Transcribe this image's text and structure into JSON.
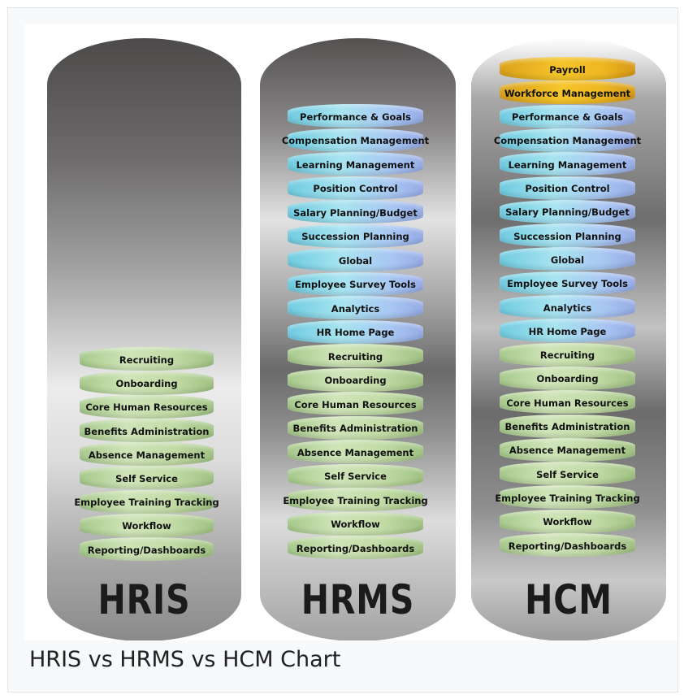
{
  "caption": "HRIS vs HRMS vs HCM Chart",
  "columns": [
    {
      "id": "hris",
      "title": "HRIS",
      "stack": [
        {
          "label": "Recruiting",
          "color": "green"
        },
        {
          "label": "Onboarding",
          "color": "green"
        },
        {
          "label": "Core Human Resources",
          "color": "green"
        },
        {
          "label": "Benefits Administration",
          "color": "green"
        },
        {
          "label": "Absence Management",
          "color": "green"
        },
        {
          "label": "Self Service",
          "color": "green"
        },
        {
          "label": "Employee Training Tracking",
          "color": "green"
        },
        {
          "label": "Workflow",
          "color": "green"
        },
        {
          "label": "Reporting/Dashboards",
          "color": "green"
        }
      ]
    },
    {
      "id": "hrms",
      "title": "HRMS",
      "stack": [
        {
          "label": "Performance & Goals",
          "color": "blue"
        },
        {
          "label": "Compensation Management",
          "color": "blue"
        },
        {
          "label": "Learning Management",
          "color": "blue"
        },
        {
          "label": "Position Control",
          "color": "blue"
        },
        {
          "label": "Salary Planning/Budget",
          "color": "blue"
        },
        {
          "label": "Succession Planning",
          "color": "blue"
        },
        {
          "label": "Global",
          "color": "blue"
        },
        {
          "label": "Employee Survey Tools",
          "color": "blue"
        },
        {
          "label": "Analytics",
          "color": "blue"
        },
        {
          "label": "HR Home Page",
          "color": "blue"
        },
        {
          "label": "Recruiting",
          "color": "green"
        },
        {
          "label": "Onboarding",
          "color": "green"
        },
        {
          "label": "Core Human Resources",
          "color": "green"
        },
        {
          "label": "Benefits Administration",
          "color": "green"
        },
        {
          "label": "Absence Management",
          "color": "green"
        },
        {
          "label": "Self Service",
          "color": "green"
        },
        {
          "label": "Employee Training Tracking",
          "color": "green"
        },
        {
          "label": "Workflow",
          "color": "green"
        },
        {
          "label": "Reporting/Dashboards",
          "color": "green"
        }
      ]
    },
    {
      "id": "hcm",
      "title": "HCM",
      "stack": [
        {
          "label": "Payroll",
          "color": "gold"
        },
        {
          "label": "Workforce Management",
          "color": "gold"
        },
        {
          "label": "Performance & Goals",
          "color": "blue"
        },
        {
          "label": "Compensation Management",
          "color": "blue"
        },
        {
          "label": "Learning Management",
          "color": "blue"
        },
        {
          "label": "Position Control",
          "color": "blue"
        },
        {
          "label": "Salary Planning/Budget",
          "color": "blue"
        },
        {
          "label": "Succession Planning",
          "color": "blue"
        },
        {
          "label": "Global",
          "color": "blue"
        },
        {
          "label": "Employee Survey Tools",
          "color": "blue"
        },
        {
          "label": "Analytics",
          "color": "blue"
        },
        {
          "label": "HR Home Page",
          "color": "blue"
        },
        {
          "label": "Recruiting",
          "color": "green"
        },
        {
          "label": "Onboarding",
          "color": "green"
        },
        {
          "label": "Core Human Resources",
          "color": "green"
        },
        {
          "label": "Benefits Administration",
          "color": "green"
        },
        {
          "label": "Absence Management",
          "color": "green"
        },
        {
          "label": "Self Service",
          "color": "green"
        },
        {
          "label": "Employee Training Tracking",
          "color": "green"
        },
        {
          "label": "Workflow",
          "color": "green"
        },
        {
          "label": "Reporting/Dashboards",
          "color": "green"
        }
      ]
    }
  ]
}
